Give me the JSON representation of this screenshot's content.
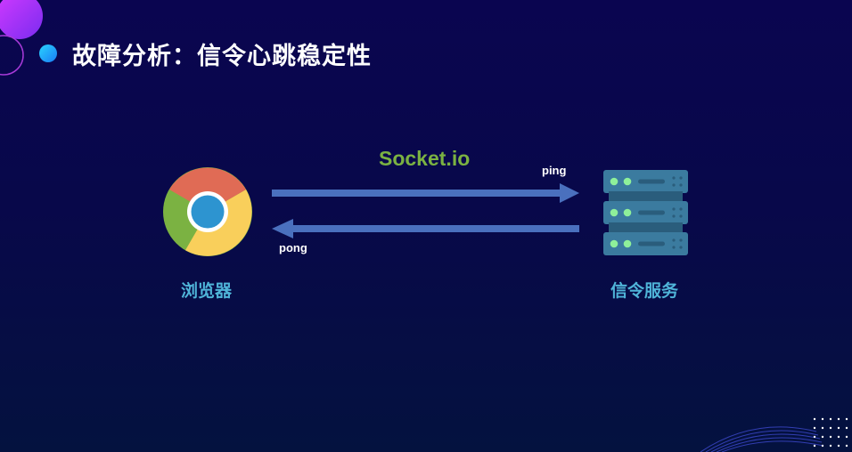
{
  "slide": {
    "title": "故障分析：信令心跳稳定性"
  },
  "diagram": {
    "protocol_label": "Socket.io",
    "ping_label": "ping",
    "pong_label": "pong",
    "browser_label": "浏览器",
    "server_label": "信令服务"
  },
  "icons": {
    "title_bullet": "bullet-dot-icon",
    "browser": "chrome-icon",
    "server": "server-stack-icon",
    "arrow_right": "arrow-right-icon",
    "arrow_left": "arrow-left-icon"
  },
  "colors": {
    "background": "#0a0550",
    "title": "#ffffff",
    "accent_label": "#4fb4d8",
    "protocol_label": "#7bb242",
    "arrow": "#4a70be",
    "chrome_red": "#e06b55",
    "chrome_green": "#7bb242",
    "chrome_yellow": "#f9cf5b",
    "chrome_blue": "#2d94d0",
    "server_body": "#3b7b9f",
    "server_led": "#8ef09a"
  }
}
